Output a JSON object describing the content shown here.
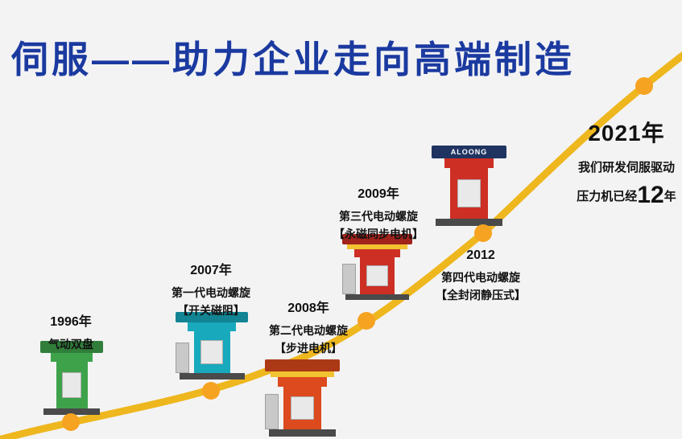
{
  "title": "伺服——助力企业走向高端制造",
  "colors": {
    "background": "#f3f3f4",
    "title": "#1b3aa0",
    "curve": "#eeb71e",
    "dot": "#f5a321",
    "text": "#111111"
  },
  "milestones": [
    {
      "year": "1996年",
      "lines": [
        "气动双盘"
      ],
      "machine_color": "#3ea24b"
    },
    {
      "year": "2007年",
      "lines": [
        "第一代电动螺旋",
        "【开关磁阻】"
      ],
      "machine_color": "#18a9bd"
    },
    {
      "year": "2008年",
      "lines": [
        "第二代电动螺旋",
        "【步进电机】"
      ],
      "machine_color": "#dd4a1d"
    },
    {
      "year": "2009年",
      "lines": [
        "第三代电动螺旋",
        "【永磁同步电机】"
      ],
      "machine_color": "#cd2f24"
    },
    {
      "year": "2012",
      "lines": [
        "第四代电动螺旋",
        "【全封闭静压式】"
      ],
      "machine_color": "#cd2f24",
      "brand": "ALOONG"
    }
  ],
  "endpoint": {
    "year": "2021年",
    "line1": "我们研发伺服驱动",
    "line2_prefix": "压力机已经",
    "line2_number": "12",
    "line2_suffix": "年"
  }
}
